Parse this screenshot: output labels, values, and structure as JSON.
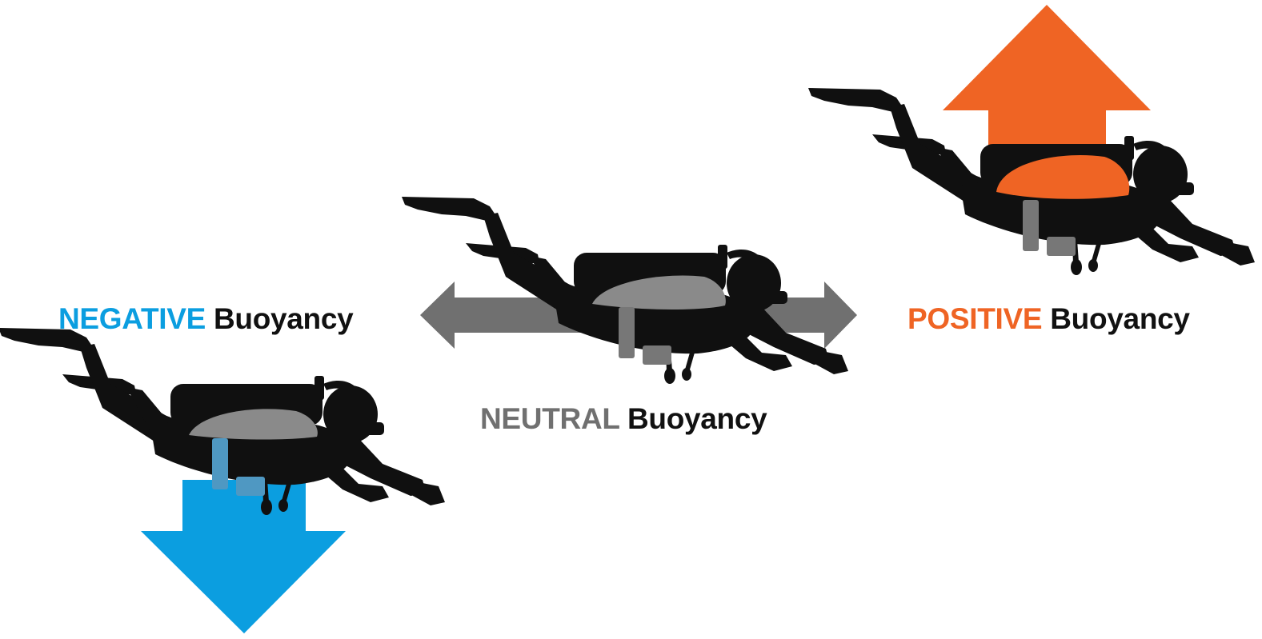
{
  "colors": {
    "negative": "#0b9ee0",
    "neutral": "#707070",
    "positive": "#ef6424",
    "diver": "#101010",
    "bcd_deflated": "#8a8a8a",
    "bcd_inflated": "#ef6424",
    "strap_negative": "#4f98c2",
    "strap_default": "#777777"
  },
  "labels": {
    "negative": {
      "keyword": "NEGATIVE",
      "word": "Buoyancy"
    },
    "neutral": {
      "keyword": "NEUTRAL",
      "word": "Buoyancy"
    },
    "positive": {
      "keyword": "POSITIVE",
      "word": "Buoyancy"
    }
  },
  "icons": {
    "negative": "down-arrow-icon",
    "neutral": "left-right-arrow-icon",
    "positive": "up-arrow-icon",
    "diver": "scuba-diver-silhouette-icon"
  }
}
